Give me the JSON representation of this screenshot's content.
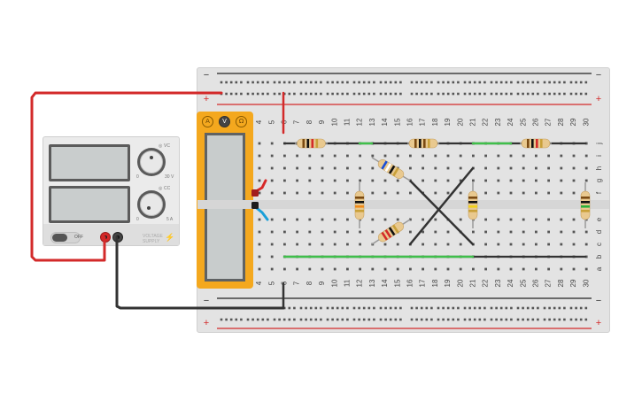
{
  "breadboard": {
    "column_numbers": [
      "4",
      "5",
      "6",
      "7",
      "8",
      "9",
      "10",
      "11",
      "12",
      "13",
      "14",
      "15",
      "16",
      "17",
      "18",
      "19",
      "20",
      "21",
      "22",
      "23",
      "24",
      "25",
      "26",
      "27",
      "28",
      "29",
      "30"
    ],
    "top_row_letters": [
      "j",
      "i",
      "h",
      "g",
      "f"
    ],
    "bottom_row_letters": [
      "e",
      "d",
      "c",
      "b",
      "a"
    ],
    "rail_minus": "−",
    "rail_plus": "+"
  },
  "power_supply": {
    "voltage_unit": "VC",
    "current_unit": "CC",
    "voltage_min": "0",
    "voltage_max": "30 V",
    "current_min": "0",
    "current_max": "5 A",
    "switch_label": "OFF",
    "brand": "VOLTAGE SUPPLY",
    "terminal_pos_color": "#d62828",
    "terminal_neg_color": "#333333"
  },
  "multimeter": {
    "buttons": [
      "A",
      "V",
      "Ω"
    ],
    "body_color": "#f4a81e",
    "active_mode": "V"
  },
  "colors": {
    "wire_red": "#d32a2a",
    "wire_black": "#333333",
    "wire_green": "#3fbf4a",
    "probe_red": "#d62828",
    "probe_blue": "#1a9fd8"
  }
}
